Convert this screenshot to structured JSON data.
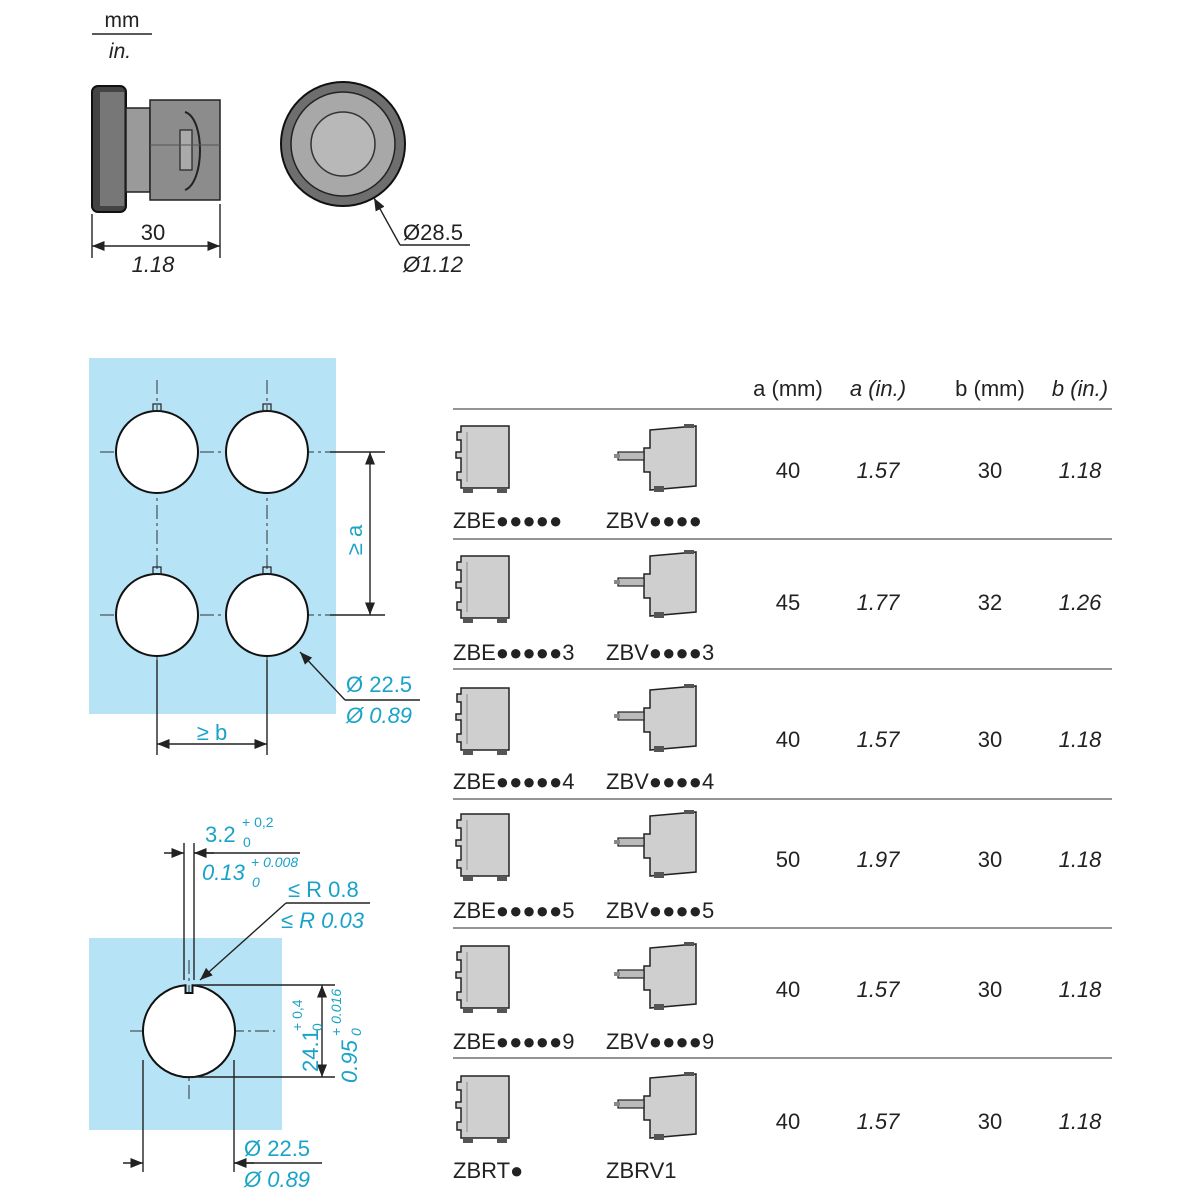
{
  "units": {
    "mm": "mm",
    "in": "in."
  },
  "front_view": {
    "width_mm": "30",
    "width_in": "1.18",
    "diameter_mm": "Ø28.5",
    "diameter_in": "Ø1.12"
  },
  "panel_layout": {
    "a_label": "≥ a",
    "b_label": "≥ b",
    "hole_mm": "Ø 22.5",
    "hole_in": "Ø 0.89"
  },
  "cutout_detail": {
    "key_width_mm": "3.2",
    "key_width_mm_tol_upper": "+ 0,2",
    "key_width_mm_tol_lower": "0",
    "key_width_in": "0.13",
    "key_width_in_tol_upper": "+ 0.008",
    "key_width_in_tol_lower": "0",
    "radius_mm": "≤ R 0.8",
    "radius_in": "≤ R 0.03",
    "height_mm": "24.1",
    "height_mm_tol_upper": "+ 0,4",
    "height_mm_tol_lower": "0",
    "height_in": "0.95",
    "height_in_tol_upper": "+ 0.016",
    "height_in_tol_lower": "0",
    "diameter_mm": "Ø 22.5",
    "diameter_in": "Ø 0.89"
  },
  "table": {
    "headers": [
      "a (mm)",
      "a (in.)",
      "b (mm)",
      "b (in.)"
    ],
    "rows": [
      {
        "ref1": "ZBE●●●●●",
        "ref2": "ZBV●●●●",
        "a_mm": "40",
        "a_in": "1.57",
        "b_mm": "30",
        "b_in": "1.18"
      },
      {
        "ref1": "ZBE●●●●●3",
        "ref2": "ZBV●●●●3",
        "a_mm": "45",
        "a_in": "1.77",
        "b_mm": "32",
        "b_in": "1.26"
      },
      {
        "ref1": "ZBE●●●●●4",
        "ref2": "ZBV●●●●4",
        "a_mm": "40",
        "a_in": "1.57",
        "b_mm": "30",
        "b_in": "1.18"
      },
      {
        "ref1": "ZBE●●●●●5",
        "ref2": "ZBV●●●●5",
        "a_mm": "50",
        "a_in": "1.97",
        "b_mm": "30",
        "b_in": "1.18"
      },
      {
        "ref1": "ZBE●●●●●9",
        "ref2": "ZBV●●●●9",
        "a_mm": "40",
        "a_in": "1.57",
        "b_mm": "30",
        "b_in": "1.18"
      },
      {
        "ref1": "ZBRT●",
        "ref2": "ZBRV1",
        "a_mm": "40",
        "a_in": "1.57",
        "b_mm": "30",
        "b_in": "1.18"
      }
    ]
  },
  "colors": {
    "panel": "#b6e3f5",
    "accent_text": "#1aa3c8"
  }
}
